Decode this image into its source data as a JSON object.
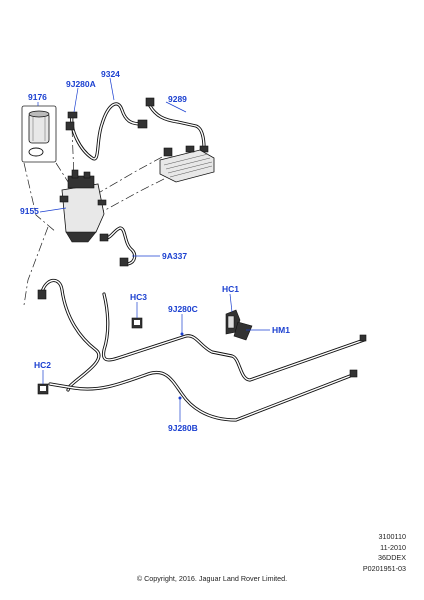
{
  "callouts": {
    "c9176": "9176",
    "c9J280A": "9J280A",
    "c9324": "9324",
    "c9289": "9289",
    "c9155": "9155",
    "c9A337": "9A337",
    "cHC3": "HC3",
    "c9J280C": "9J280C",
    "cHC1": "HC1",
    "cHM1": "HM1",
    "cHC2": "HC2",
    "c9J280B": "9J280B"
  },
  "meta": {
    "ref": "3100110",
    "date": "11-2010",
    "code": "36DDEX",
    "id": "P0201951-03"
  },
  "copyright": "© Copyright, 2016. Jaguar Land Rover Limited.",
  "colors": {
    "callout": "#1a3fd0",
    "line_art": "#111111"
  }
}
